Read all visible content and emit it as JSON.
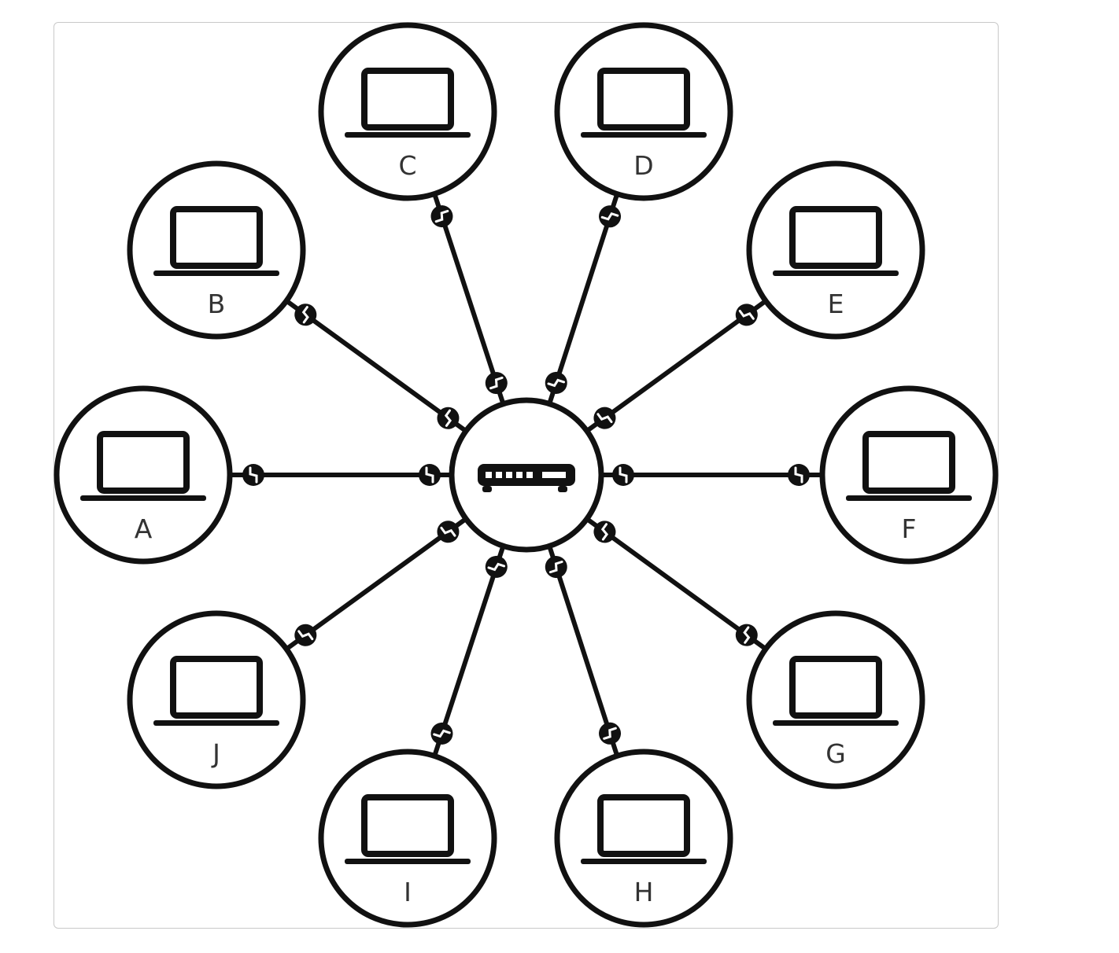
{
  "hub": {
    "name": "router",
    "icon": "router-icon"
  },
  "nodes": [
    {
      "id": "A",
      "label": "A",
      "icon": "laptop-icon"
    },
    {
      "id": "B",
      "label": "B",
      "icon": "laptop-icon"
    },
    {
      "id": "C",
      "label": "C",
      "icon": "laptop-icon"
    },
    {
      "id": "D",
      "label": "D",
      "icon": "laptop-icon"
    },
    {
      "id": "E",
      "label": "E",
      "icon": "laptop-icon"
    },
    {
      "id": "F",
      "label": "F",
      "icon": "laptop-icon"
    },
    {
      "id": "G",
      "label": "G",
      "icon": "laptop-icon"
    },
    {
      "id": "H",
      "label": "H",
      "icon": "laptop-icon"
    },
    {
      "id": "I",
      "label": "I",
      "icon": "laptop-icon"
    },
    {
      "id": "J",
      "label": "J",
      "icon": "laptop-icon"
    }
  ],
  "links": [
    {
      "from": "hub",
      "to": "A"
    },
    {
      "from": "hub",
      "to": "B"
    },
    {
      "from": "hub",
      "to": "C"
    },
    {
      "from": "hub",
      "to": "D"
    },
    {
      "from": "hub",
      "to": "E"
    },
    {
      "from": "hub",
      "to": "F"
    },
    {
      "from": "hub",
      "to": "G"
    },
    {
      "from": "hub",
      "to": "H"
    },
    {
      "from": "hub",
      "to": "I"
    },
    {
      "from": "hub",
      "to": "J"
    }
  ],
  "style": {
    "stroke": "#111111",
    "fill": "#ffffff",
    "label_color": "#333333"
  }
}
